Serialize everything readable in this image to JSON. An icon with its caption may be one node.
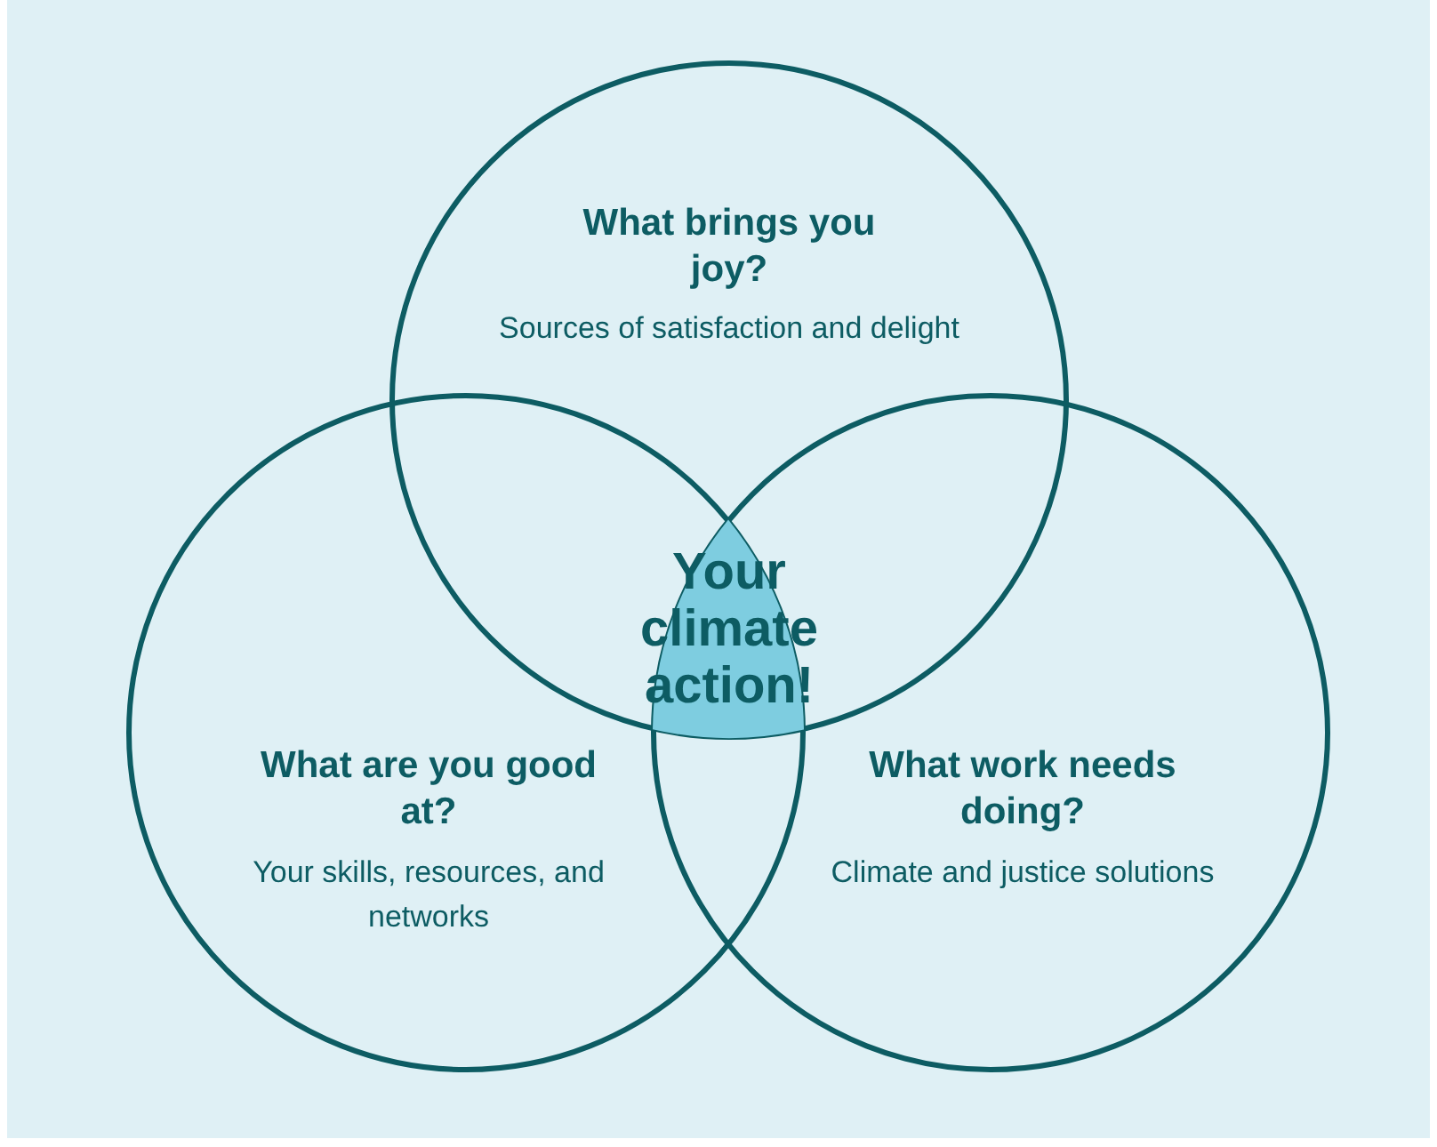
{
  "diagram": {
    "nodes": [
      {
        "text": [
          "What brings you joy?",
          "Sources of satisfaction and delight"
        ]
      },
      {
        "text": [
          "What are you good at?",
          "Your skills, resources, and networks"
        ]
      },
      {
        "text": [
          "What work needs doing?",
          "Climate and justice solutions"
        ]
      },
      {
        "text": [
          "Your climate action!"
        ]
      }
    ]
  }
}
